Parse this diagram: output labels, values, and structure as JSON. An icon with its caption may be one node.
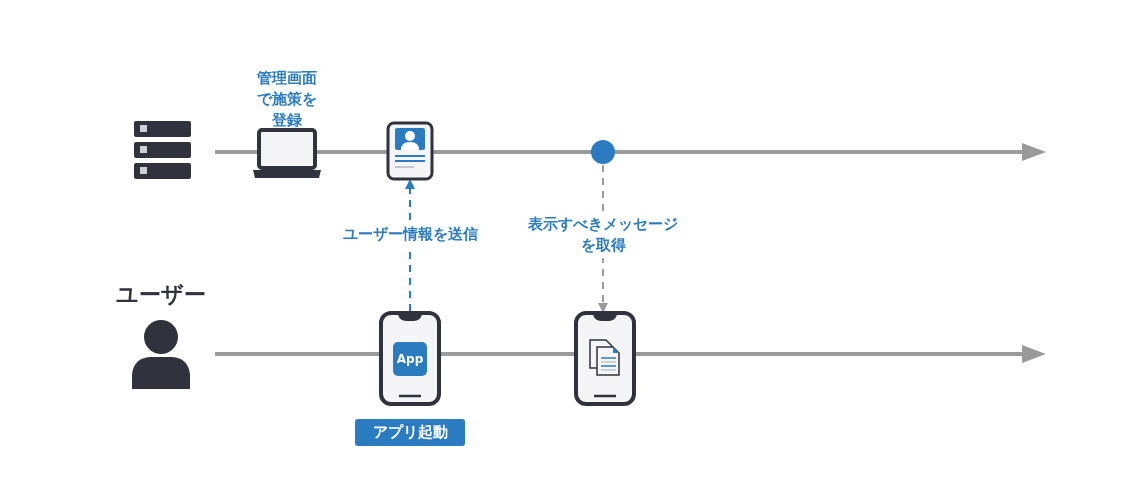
{
  "diagram": {
    "nodes": [
      {
        "text": [
          "管理画面で施策を登録"
        ]
      },
      {
        "text": [],
        "shape": "card"
      },
      {
        "text": [],
        "shape": "circle"
      },
      {
        "text": [
          "App"
        ],
        "beside": [
          "アプリ起動"
        ]
      },
      {
        "text": [],
        "shape": "phone"
      }
    ],
    "edges": [
      {
        "from": 3,
        "to": 1,
        "arrow": "to",
        "label": "ユーザー情報を送信",
        "style": "dashed",
        "color": "#2a7bc0"
      },
      {
        "from": 2,
        "to": 4,
        "arrow": "to",
        "label": "表示すべきメッセージを取得",
        "style": "dashed",
        "color": "#9a9a9a"
      }
    ],
    "labels": [
      "ユーザー"
    ]
  }
}
